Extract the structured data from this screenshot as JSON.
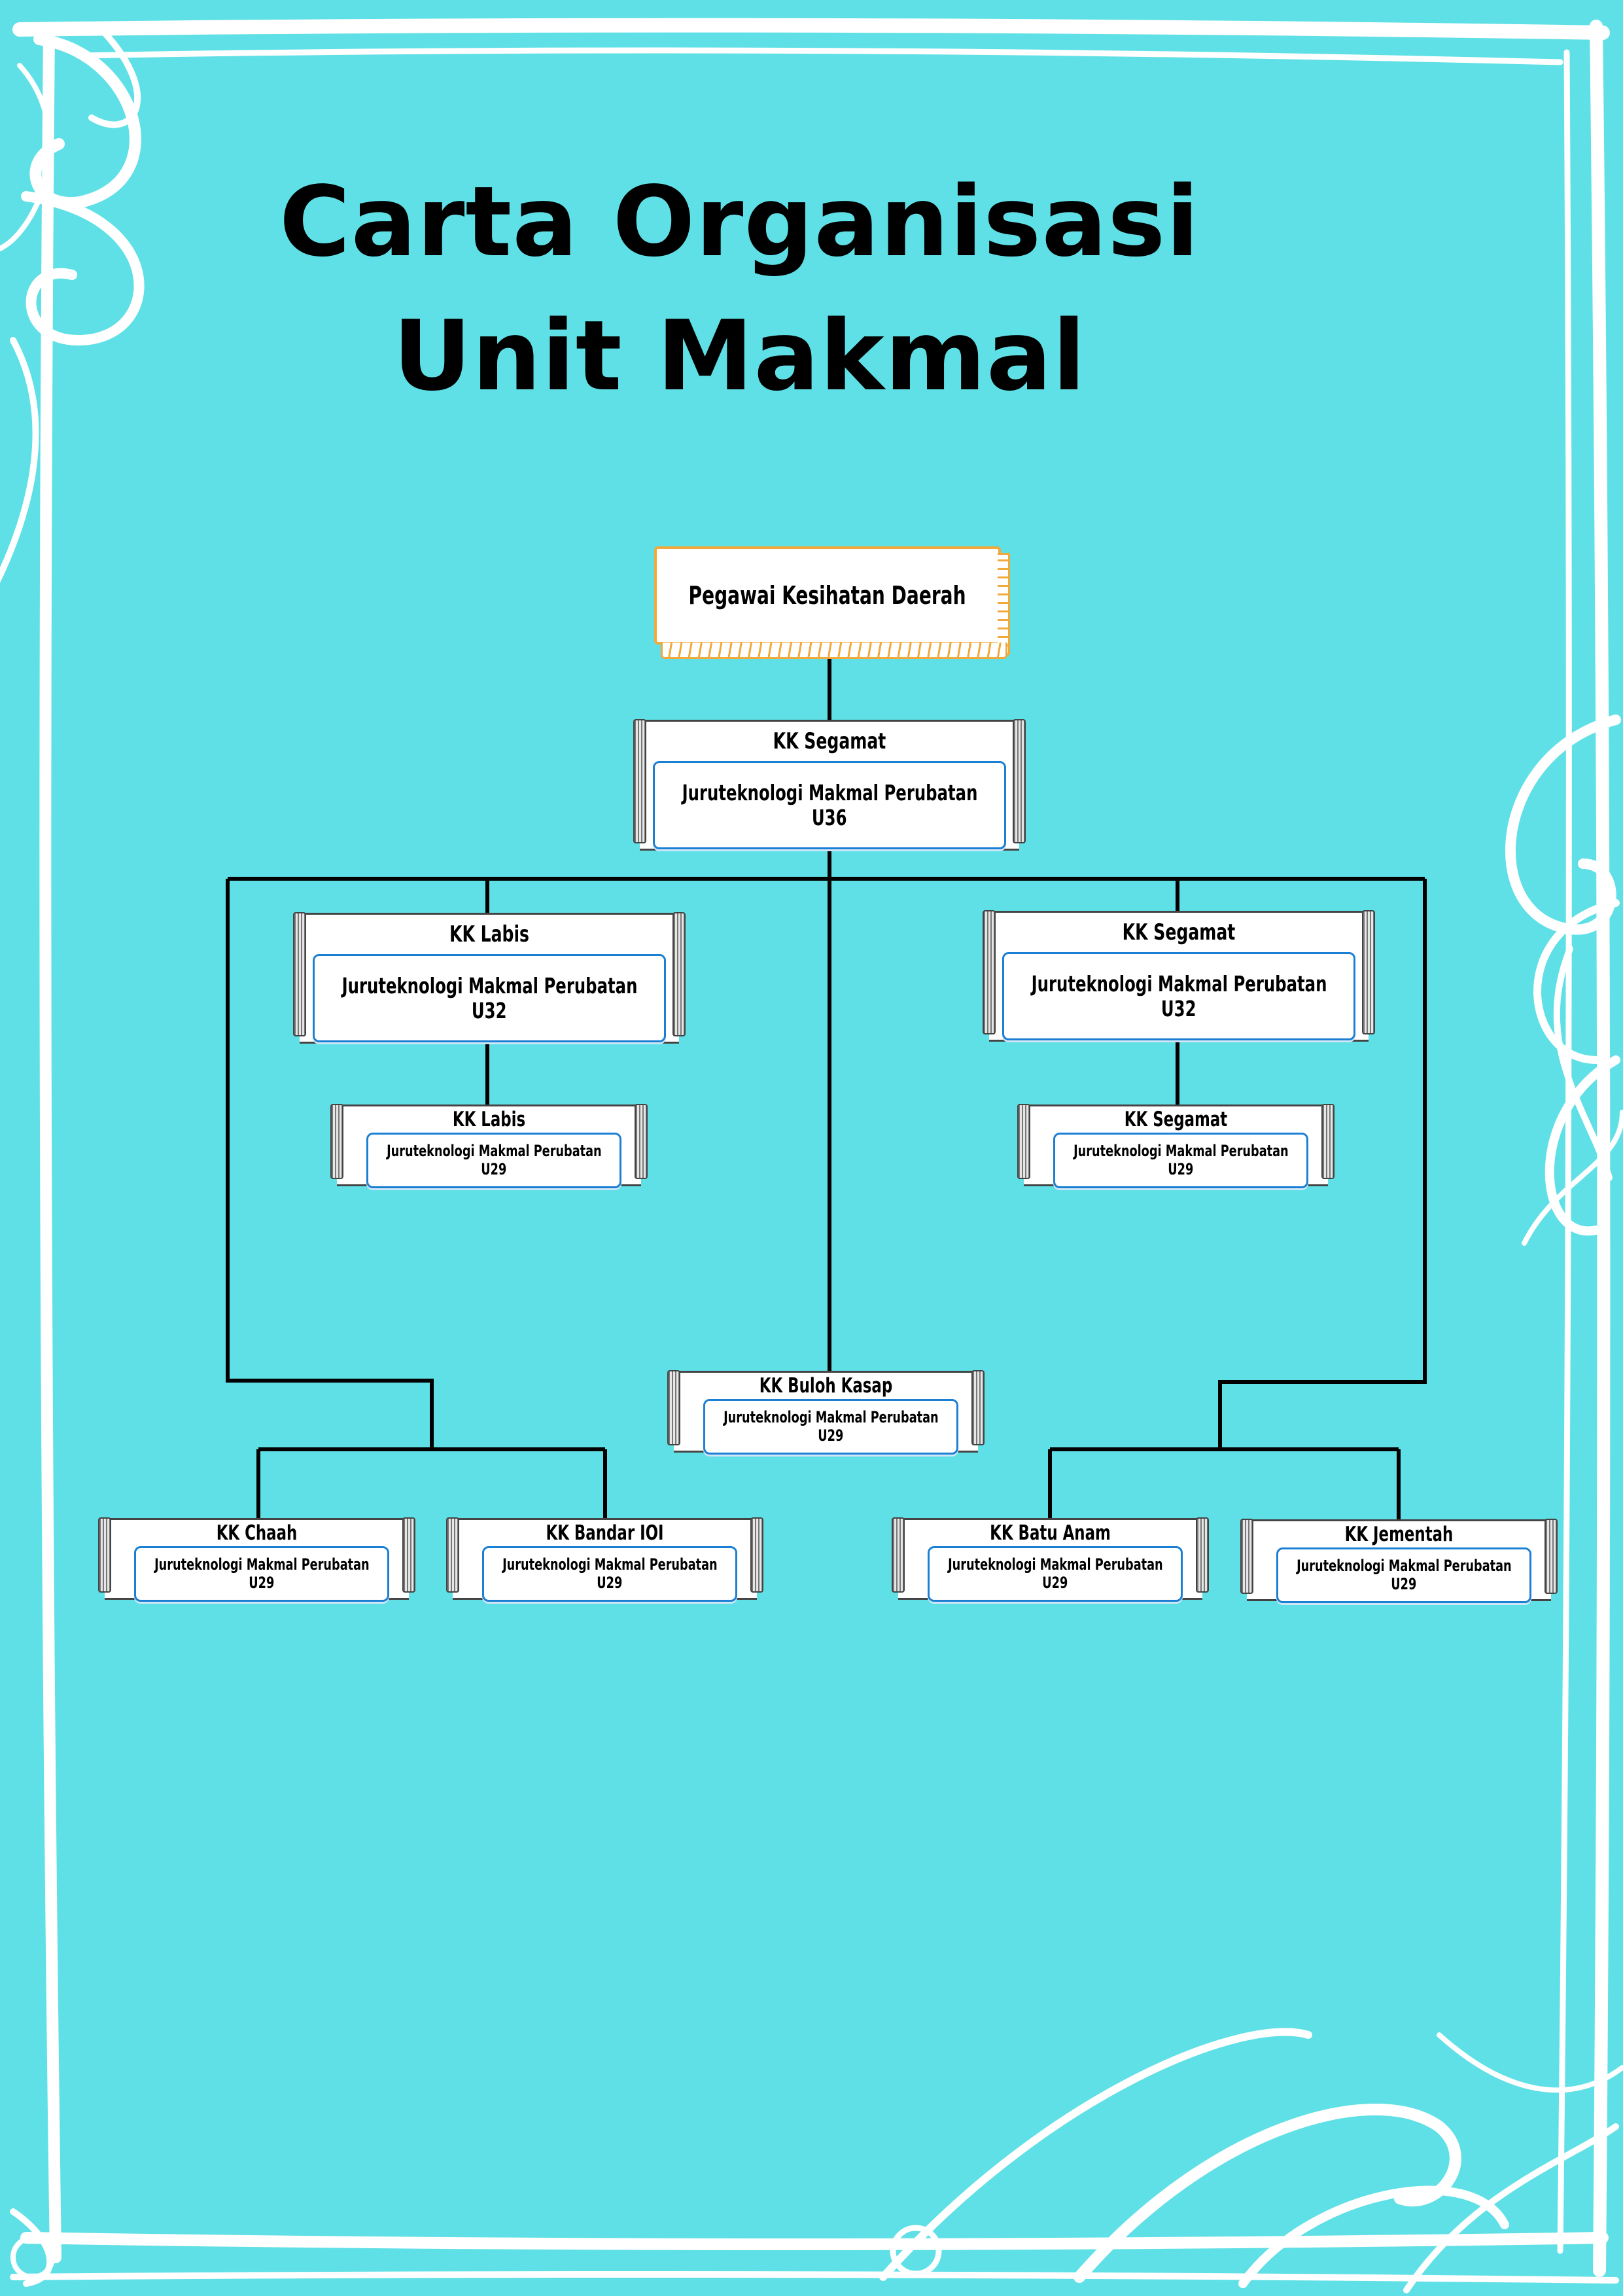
{
  "title": {
    "line1": "Carta Organisasi",
    "line2": "Unit Makmal"
  },
  "colors": {
    "background": "#5fe0e6",
    "frame": "#ffffff",
    "connector": "#000000",
    "top_box_border": "#f2a93b",
    "inner_box_border": "#1b7fd4"
  },
  "org_chart": {
    "root": {
      "label": "Pegawai Kesihatan Daerah"
    },
    "nodes": {
      "segamat_u36": {
        "location": "KK Segamat",
        "role": "Juruteknologi Makmal Perubatan",
        "grade": "U36"
      },
      "labis_u32": {
        "location": "KK Labis",
        "role": "Juruteknologi Makmal Perubatan",
        "grade": "U32"
      },
      "labis_u29": {
        "location": "KK Labis",
        "role": "Juruteknologi Makmal Perubatan",
        "grade": "U29"
      },
      "segamat_u32": {
        "location": "KK Segamat",
        "role": "Juruteknologi Makmal Perubatan",
        "grade": "U32"
      },
      "segamat_u29": {
        "location": "KK Segamat",
        "role": "Juruteknologi Makmal Perubatan",
        "grade": "U29"
      },
      "buloh_kasap": {
        "location": "KK Buloh Kasap",
        "role": "Juruteknologi Makmal Perubatan",
        "grade": "U29"
      },
      "chaah": {
        "location": "KK Chaah",
        "role": "Juruteknologi Makmal Perubatan",
        "grade": "U29"
      },
      "bandar_ioi": {
        "location": "KK Bandar IOI",
        "role": "Juruteknologi Makmal Perubatan",
        "grade": "U29"
      },
      "batu_anam": {
        "location": "KK Batu Anam",
        "role": "Juruteknologi Makmal Perubatan",
        "grade": "U29"
      },
      "jementah": {
        "location": "KK Jementah",
        "role": "Juruteknologi Makmal Perubatan",
        "grade": "U29"
      }
    }
  }
}
